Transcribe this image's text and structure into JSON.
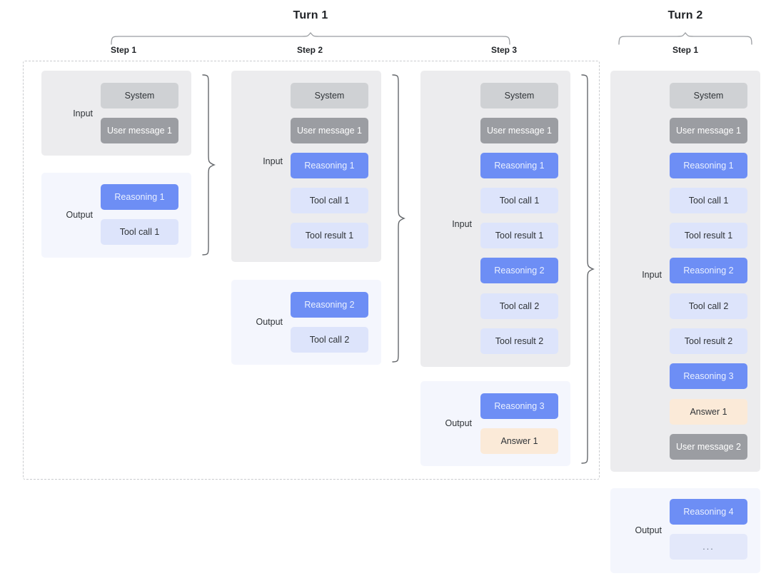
{
  "diagram": {
    "title_turn1": "Turn 1",
    "title_turn2": "Turn 2",
    "labels": {
      "input": "Input",
      "output": "Output",
      "step1": "Step 1",
      "step2": "Step 2",
      "step3": "Step 3"
    },
    "colors": {
      "system": "#cfd1d4",
      "user_message": "#9b9da2",
      "reasoning": "#6d8ef5",
      "tool_call": "#dde4fb",
      "tool_result": "#dde4fb",
      "answer": "#fbead8",
      "input_panel": "#ececee",
      "output_panel": "#f4f6fd",
      "dashed_border": "#c9cbce",
      "brace": "#6a6c70"
    }
  },
  "turns": [
    {
      "name": "Turn 1",
      "steps": [
        {
          "name": "Step 1",
          "input": [
            "System",
            "User message 1"
          ],
          "output": [
            "Reasoning 1",
            "Tool call 1"
          ]
        },
        {
          "name": "Step 2",
          "input": [
            "System",
            "User message 1",
            "Reasoning 1",
            "Tool call 1",
            "Tool result 1"
          ],
          "output": [
            "Reasoning 2",
            "Tool call 2"
          ]
        },
        {
          "name": "Step 3",
          "input": [
            "System",
            "User message 1",
            "Reasoning 1",
            "Tool call 1",
            "Tool result 1",
            "Reasoning 2",
            "Tool call 2",
            "Tool result 2"
          ],
          "output": [
            "Reasoning 3",
            "Answer 1"
          ]
        }
      ]
    },
    {
      "name": "Turn 2",
      "steps": [
        {
          "name": "Step 1",
          "input": [
            "System",
            "User message 1",
            "Reasoning 1",
            "Tool call 1",
            "Tool result 1",
            "Reasoning 2",
            "Tool call 2",
            "Tool result 2",
            "Reasoning 3",
            "Answer 1",
            "User message 2"
          ],
          "output": [
            "Reasoning 4",
            "..."
          ]
        }
      ]
    }
  ],
  "blocks": {
    "t1s1": {
      "input": [
        {
          "text": "System",
          "kind": "system"
        },
        {
          "text": "User message 1",
          "kind": "user"
        }
      ],
      "output": [
        {
          "text": "Reasoning 1",
          "kind": "reasoning"
        },
        {
          "text": "Tool call 1",
          "kind": "toolcall"
        }
      ]
    },
    "t1s2": {
      "input": [
        {
          "text": "System",
          "kind": "system"
        },
        {
          "text": "User message 1",
          "kind": "user"
        },
        {
          "text": "Reasoning 1",
          "kind": "reasoning"
        },
        {
          "text": "Tool call 1",
          "kind": "toolcall"
        },
        {
          "text": "Tool result 1",
          "kind": "toolresult"
        }
      ],
      "output": [
        {
          "text": "Reasoning 2",
          "kind": "reasoning"
        },
        {
          "text": "Tool call 2",
          "kind": "toolcall"
        }
      ]
    },
    "t1s3": {
      "input": [
        {
          "text": "System",
          "kind": "system"
        },
        {
          "text": "User message 1",
          "kind": "user"
        },
        {
          "text": "Reasoning 1",
          "kind": "reasoning"
        },
        {
          "text": "Tool call 1",
          "kind": "toolcall"
        },
        {
          "text": "Tool result 1",
          "kind": "toolresult"
        },
        {
          "text": "Reasoning 2",
          "kind": "reasoning"
        },
        {
          "text": "Tool call 2",
          "kind": "toolcall"
        },
        {
          "text": "Tool result 2",
          "kind": "toolresult"
        }
      ],
      "output": [
        {
          "text": "Reasoning 3",
          "kind": "reasoning"
        },
        {
          "text": "Answer 1",
          "kind": "answer"
        }
      ]
    },
    "t2s1": {
      "input": [
        {
          "text": "System",
          "kind": "system"
        },
        {
          "text": "User message 1",
          "kind": "user"
        },
        {
          "text": "Reasoning 1",
          "kind": "reasoning"
        },
        {
          "text": "Tool call 1",
          "kind": "toolcall"
        },
        {
          "text": "Tool result 1",
          "kind": "toolresult"
        },
        {
          "text": "Reasoning 2",
          "kind": "reasoning"
        },
        {
          "text": "Tool call 2",
          "kind": "toolcall"
        },
        {
          "text": "Tool result 2",
          "kind": "toolresult"
        },
        {
          "text": "Reasoning 3",
          "kind": "reasoning"
        },
        {
          "text": "Answer 1",
          "kind": "answer"
        },
        {
          "text": "User message 2",
          "kind": "user"
        }
      ],
      "output": [
        {
          "text": "Reasoning 4",
          "kind": "reasoning"
        },
        {
          "text": "...",
          "kind": "ellipsis"
        }
      ]
    }
  }
}
